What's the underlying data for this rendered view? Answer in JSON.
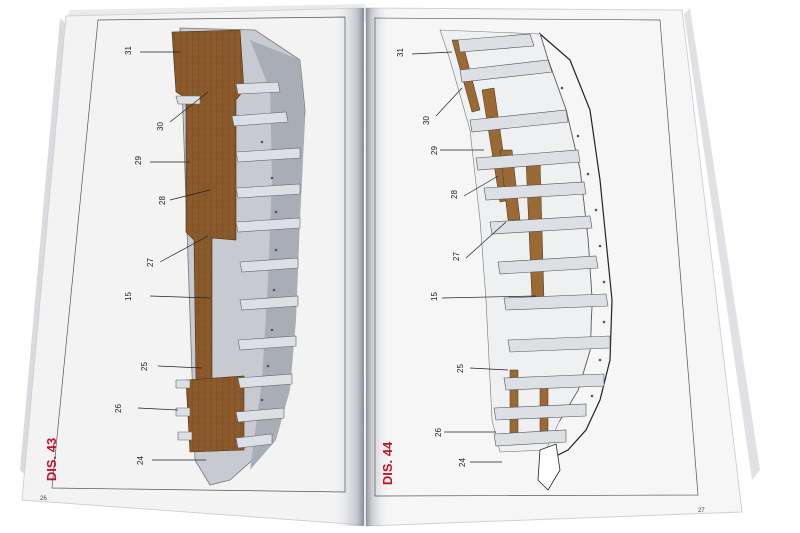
{
  "left_page": {
    "title": "DIS. 43",
    "page_number": "26",
    "callouts": [
      "31",
      "30",
      "29",
      "28",
      "27",
      "15",
      "25",
      "26",
      "24"
    ]
  },
  "right_page": {
    "title": "DIS. 44",
    "page_number": "27",
    "callouts": [
      "31",
      "30",
      "29",
      "28",
      "27",
      "15",
      "25",
      "26",
      "24"
    ]
  },
  "colors": {
    "wood": "#8a5a2b",
    "frame_grey": "#d4d7dc",
    "hull_grey": "#b9bec6",
    "title_red": "#c8102e"
  }
}
